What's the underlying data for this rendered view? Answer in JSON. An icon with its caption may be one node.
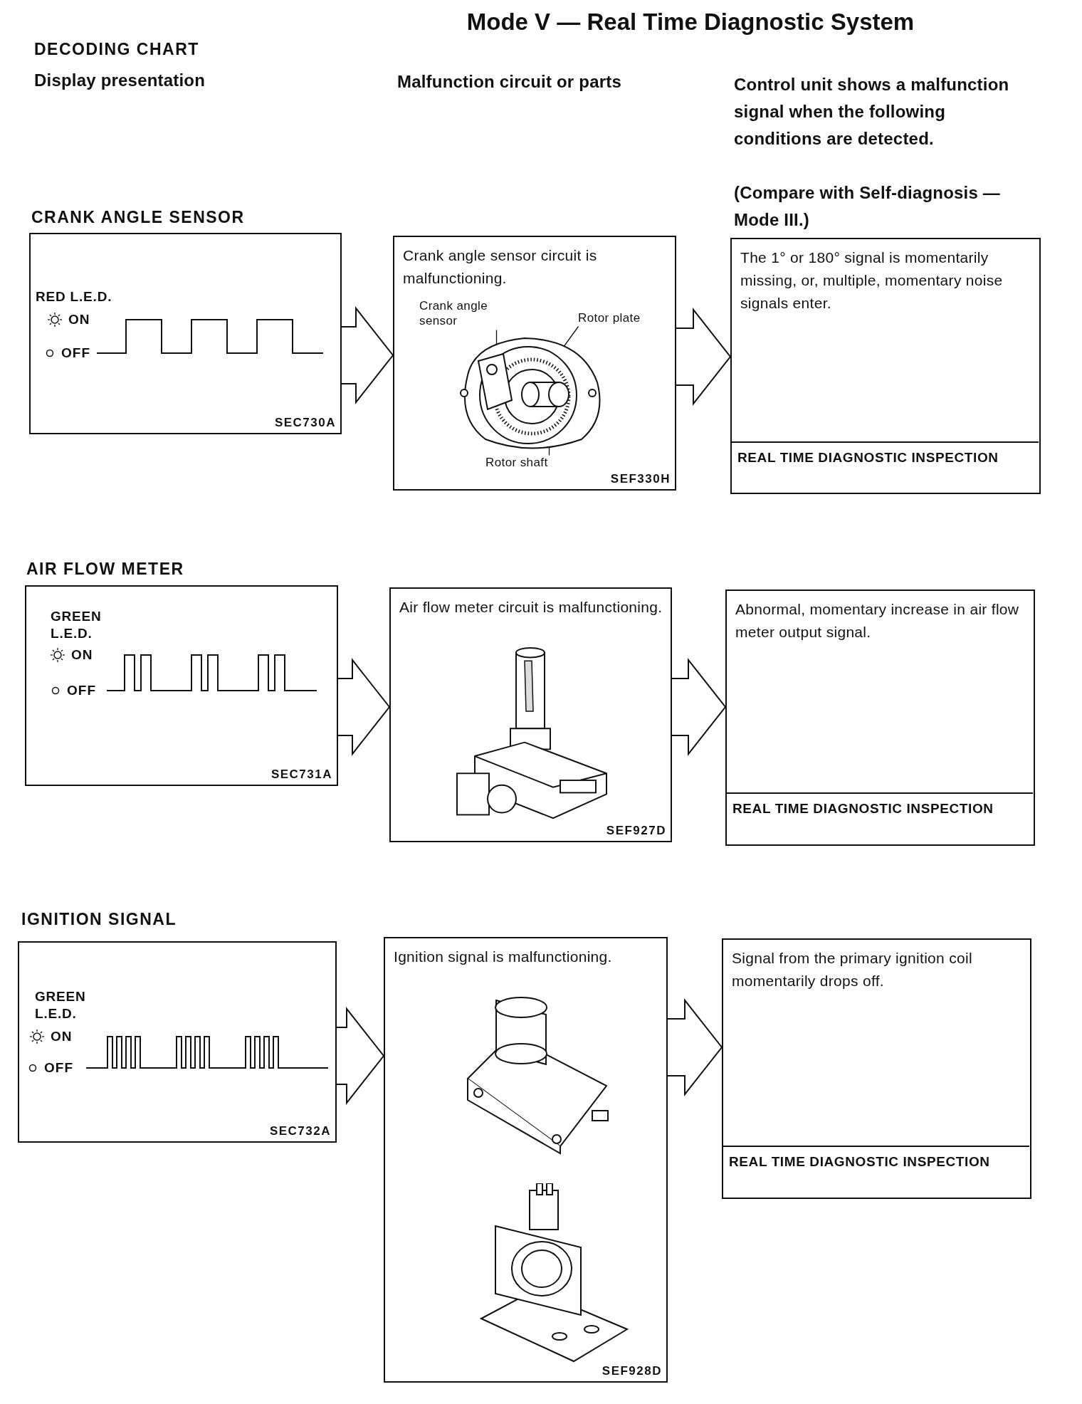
{
  "diagram": {
    "title": "Mode V — Real Time Diagnostic System",
    "nodes": [
      {
        "text": [
          "RED L.E.D.",
          "ON",
          "OFF",
          "SEC730A"
        ]
      },
      {
        "text": [
          "Crank angle sensor circuit is malfunctioning.",
          "SEF330H"
        ]
      },
      {
        "text": [
          "Crank angle sensor"
        ],
        "in": 1
      },
      {
        "text": [
          "Rotor plate"
        ],
        "in": 1
      },
      {
        "text": [
          "Rotor shaft"
        ],
        "in": 1
      },
      {
        "text": [],
        "shape": "picture",
        "in": 1
      },
      {
        "text": [
          "The 1° or 180° signal is momentarily missing, or, multiple, momentary noise signals enter."
        ]
      },
      {
        "text": [
          "REAL TIME DIAGNOSTIC INSPECTION"
        ],
        "in": 6
      },
      {
        "text": [
          "GREEN L.E.D.",
          "ON",
          "OFF",
          "SEC731A"
        ]
      },
      {
        "text": [
          "Air flow meter circuit is malfunctioning.",
          "SEF927D"
        ]
      },
      {
        "text": [
          "Abnormal, momentary increase in air flow meter output signal."
        ]
      },
      {
        "text": [
          "REAL TIME DIAGNOSTIC INSPECTION"
        ],
        "in": 10
      },
      {
        "text": [
          "GREEN L.E.D.",
          "ON",
          "OFF",
          "SEC732A"
        ]
      },
      {
        "text": [
          "Ignition signal is malfunctioning.",
          "SEF928D"
        ]
      },
      {
        "text": [
          "Signal from the primary ignition coil momentarily drops off."
        ]
      },
      {
        "text": [
          "REAL TIME DIAGNOSTIC INSPECTION"
        ],
        "in": 14
      }
    ],
    "edges": [
      {
        "from": 0,
        "to": 1,
        "arrow": "to"
      },
      {
        "from": 1,
        "to": 6,
        "arrow": "to"
      },
      {
        "from": 2,
        "to": 5,
        "arrow": "none"
      },
      {
        "from": 3,
        "to": 5,
        "arrow": "none"
      },
      {
        "from": 4,
        "to": 5,
        "arrow": "none"
      },
      {
        "from": 8,
        "to": 9,
        "arrow": "to"
      },
      {
        "from": 9,
        "to": 10,
        "arrow": "to"
      },
      {
        "from": 12,
        "to": 13,
        "arrow": "to"
      },
      {
        "from": 13,
        "to": 14,
        "arrow": "to"
      }
    ],
    "labels": [
      "DECODING CHART",
      "Display presentation",
      "Malfunction circuit or parts",
      "Control unit shows a malfunction signal when the following conditions are detected.",
      "(Compare with Self-diagnosis — Mode III.)",
      "CRANK ANGLE SENSOR",
      "AIR FLOW METER",
      "IGNITION SIGNAL"
    ]
  }
}
